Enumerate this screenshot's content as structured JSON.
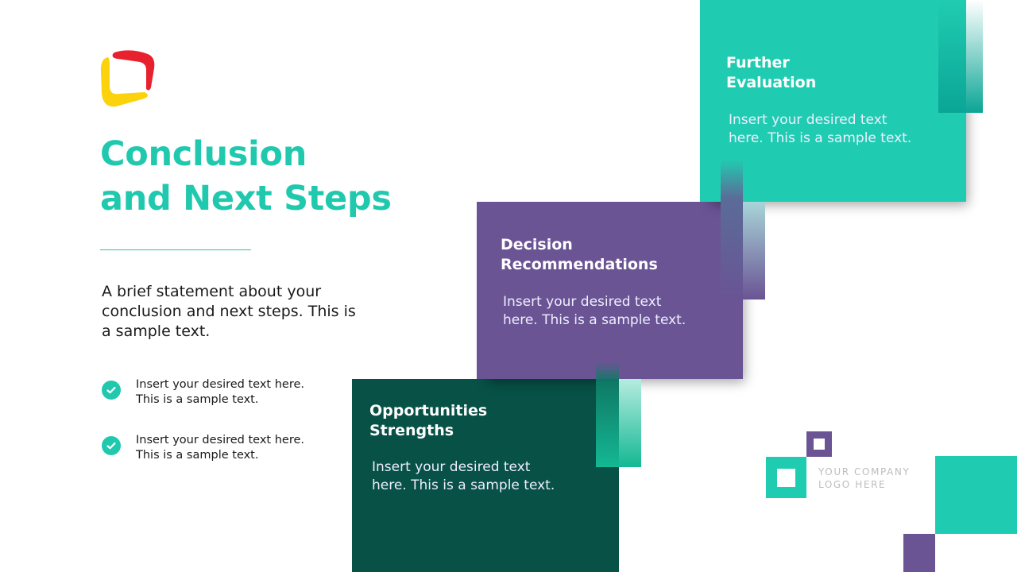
{
  "slide": {
    "title": "Conclusion\nand Next Steps",
    "statement": "A brief statement about your\nconclusion and next steps. This is\na sample text.",
    "bullets": [
      {
        "icon": "check-circle-icon",
        "text": "Insert your desired text here.\nThis is a sample text."
      },
      {
        "icon": "check-circle-icon",
        "text": "Insert your desired text here.\nThis is a sample text."
      }
    ]
  },
  "cards": {
    "further": {
      "title": "Further\nEvaluation",
      "body": "Insert your desired text\nhere. This is a sample text."
    },
    "decision": {
      "title": "Decision\nRecommendations",
      "body": "Insert your desired text\nhere. This is a sample text."
    },
    "opportunities": {
      "title": "Opportunities\nStrengths",
      "body": "Insert your desired text\nhere. This is a sample text."
    }
  },
  "company_logo": {
    "text": "YOUR COMPANY\nLOGO HERE"
  },
  "colors": {
    "teal": "#20ccb1",
    "purple": "#6a5494",
    "dark_green": "#075146",
    "logo_red": "#e8212f",
    "logo_yellow": "#fcd20c"
  }
}
